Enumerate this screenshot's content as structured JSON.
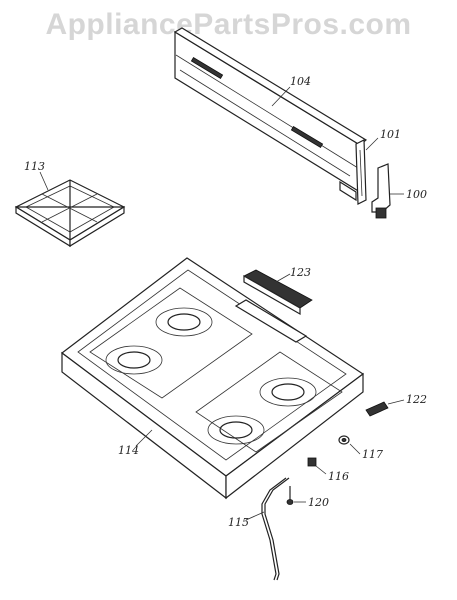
{
  "watermark": "AppliancePartsPros.com",
  "parts": {
    "backguard": "104",
    "end_cap": "101",
    "bracket": "100",
    "grate": "113",
    "vent_trim": "123",
    "cooktop": "114",
    "spring_clip": "122",
    "grommet": "117",
    "clip": "116",
    "screw": "120",
    "lift_rod": "115"
  }
}
